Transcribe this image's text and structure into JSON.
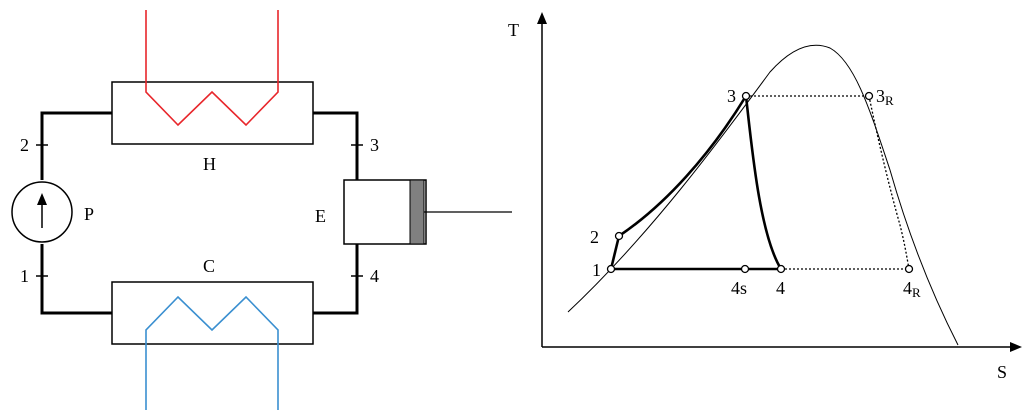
{
  "circuit": {
    "states": {
      "s1": "1",
      "s2": "2",
      "s3": "3",
      "s4": "4"
    },
    "components": {
      "heater": "H",
      "condenser": "C",
      "pump": "P",
      "expander": "E"
    },
    "colors": {
      "hot_stream": "#e8262b",
      "cold_stream": "#3a8fd0",
      "line": "#000000",
      "piston": "#808080"
    }
  },
  "ts_diagram": {
    "axes": {
      "x_label": "S",
      "y_label": "T"
    },
    "points": {
      "p1": "1",
      "p2": "2",
      "p3": "3",
      "p4s": "4s",
      "p4": "4",
      "p3R_main": "3",
      "p3R_sub": "R",
      "p4R_main": "4",
      "p4R_sub": "R"
    }
  }
}
